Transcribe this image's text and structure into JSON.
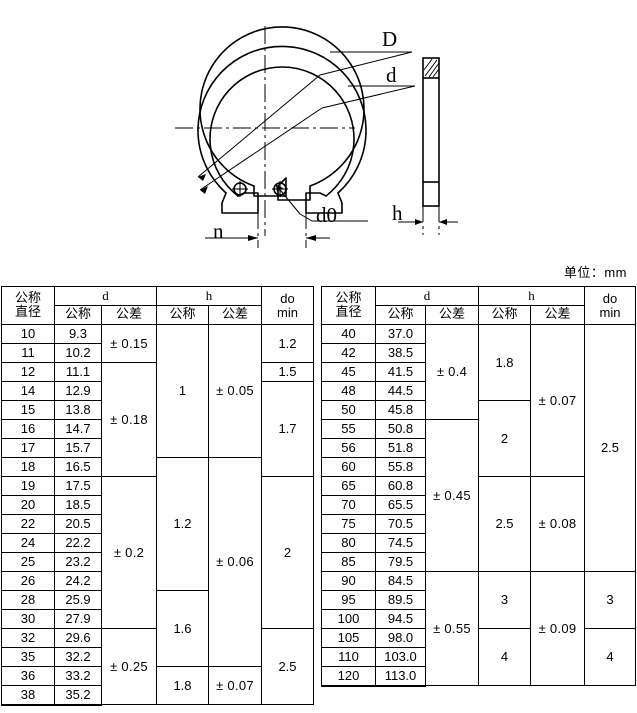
{
  "unit_note": "单位：mm",
  "drawing": {
    "labels": {
      "outer_diameter": "D",
      "inner_diameter": "d",
      "hole_diameter": "d0",
      "gap_width": "n",
      "thickness": "h"
    },
    "front_view_name": "retaining-ring-front-view",
    "side_view_name": "retaining-ring-side-view"
  },
  "tables": {
    "headers": {
      "nominal_diameter_line1": "公称",
      "nominal_diameter_line2": "直径",
      "group_d": "d",
      "group_h": "h",
      "nominal": "公称",
      "tolerance": "公差",
      "do_line1": "do",
      "do_line2": "min"
    },
    "left": {
      "name": "spec-table-left",
      "rows": [
        {
          "diameter": "10",
          "d_nom": "9.3"
        },
        {
          "diameter": "11",
          "d_nom": "10.2"
        },
        {
          "diameter": "12",
          "d_nom": "11.1"
        },
        {
          "diameter": "14",
          "d_nom": "12.9"
        },
        {
          "diameter": "15",
          "d_nom": "13.8"
        },
        {
          "diameter": "16",
          "d_nom": "14.7"
        },
        {
          "diameter": "17",
          "d_nom": "15.7"
        },
        {
          "diameter": "18",
          "d_nom": "16.5"
        },
        {
          "diameter": "19",
          "d_nom": "17.5"
        },
        {
          "diameter": "20",
          "d_nom": "18.5"
        },
        {
          "diameter": "22",
          "d_nom": "20.5"
        },
        {
          "diameter": "24",
          "d_nom": "22.2"
        },
        {
          "diameter": "25",
          "d_nom": "23.2"
        },
        {
          "diameter": "26",
          "d_nom": "24.2"
        },
        {
          "diameter": "28",
          "d_nom": "25.9"
        },
        {
          "diameter": "30",
          "d_nom": "27.9"
        },
        {
          "diameter": "32",
          "d_nom": "29.6"
        },
        {
          "diameter": "35",
          "d_nom": "32.2"
        },
        {
          "diameter": "36",
          "d_nom": "33.2"
        },
        {
          "diameter": "38",
          "d_nom": "35.2"
        }
      ],
      "d_tolerance_spans": [
        {
          "value": "± 0.15",
          "rows": 2
        },
        {
          "value": "± 0.18",
          "rows": 6
        },
        {
          "value": "± 0.2",
          "rows": 8
        },
        {
          "value": "± 0.25",
          "rows": 4
        }
      ],
      "h_nominal_spans": [
        {
          "value": "1",
          "rows": 7
        },
        {
          "value": "1.2",
          "rows": 7
        },
        {
          "value": "1.6",
          "rows": 4
        },
        {
          "value": "1.8",
          "rows": 2
        }
      ],
      "h_tolerance_spans": [
        {
          "value": "± 0.05",
          "rows": 7
        },
        {
          "value": "± 0.06",
          "rows": 11
        },
        {
          "value": "± 0.07",
          "rows": 2
        }
      ],
      "do_min_spans": [
        {
          "value": "1.2",
          "rows": 2
        },
        {
          "value": "1.5",
          "rows": 1
        },
        {
          "value": "1.7",
          "rows": 5
        },
        {
          "value": "2",
          "rows": 8
        },
        {
          "value": "2.5",
          "rows": 4
        }
      ]
    },
    "right": {
      "name": "spec-table-right",
      "rows": [
        {
          "diameter": "40",
          "d_nom": "37.0"
        },
        {
          "diameter": "42",
          "d_nom": "38.5"
        },
        {
          "diameter": "45",
          "d_nom": "41.5"
        },
        {
          "diameter": "48",
          "d_nom": "44.5"
        },
        {
          "diameter": "50",
          "d_nom": "45.8"
        },
        {
          "diameter": "55",
          "d_nom": "50.8"
        },
        {
          "diameter": "56",
          "d_nom": "51.8"
        },
        {
          "diameter": "60",
          "d_nom": "55.8"
        },
        {
          "diameter": "65",
          "d_nom": "60.8"
        },
        {
          "diameter": "70",
          "d_nom": "65.5"
        },
        {
          "diameter": "75",
          "d_nom": "70.5"
        },
        {
          "diameter": "80",
          "d_nom": "74.5"
        },
        {
          "diameter": "85",
          "d_nom": "79.5"
        },
        {
          "diameter": "90",
          "d_nom": "84.5"
        },
        {
          "diameter": "95",
          "d_nom": "89.5"
        },
        {
          "diameter": "100",
          "d_nom": "94.5"
        },
        {
          "diameter": "105",
          "d_nom": "98.0"
        },
        {
          "diameter": "110",
          "d_nom": "103.0"
        },
        {
          "diameter": "120",
          "d_nom": "113.0"
        }
      ],
      "d_tolerance_spans": [
        {
          "value": "± 0.4",
          "rows": 5
        },
        {
          "value": "± 0.45",
          "rows": 8
        },
        {
          "value": "± 0.55",
          "rows": 6
        }
      ],
      "h_nominal_spans": [
        {
          "value": "1.8",
          "rows": 4
        },
        {
          "value": "2",
          "rows": 4
        },
        {
          "value": "2.5",
          "rows": 5
        },
        {
          "value": "3",
          "rows": 3
        },
        {
          "value": "4",
          "rows": 3
        }
      ],
      "h_tolerance_spans": [
        {
          "value": "± 0.07",
          "rows": 8
        },
        {
          "value": "± 0.08",
          "rows": 5
        },
        {
          "value": "± 0.09",
          "rows": 6
        }
      ],
      "do_min_spans": [
        {
          "value": "2.5",
          "rows": 13
        },
        {
          "value": "3",
          "rows": 3
        },
        {
          "value": "4",
          "rows": 3
        }
      ]
    }
  }
}
